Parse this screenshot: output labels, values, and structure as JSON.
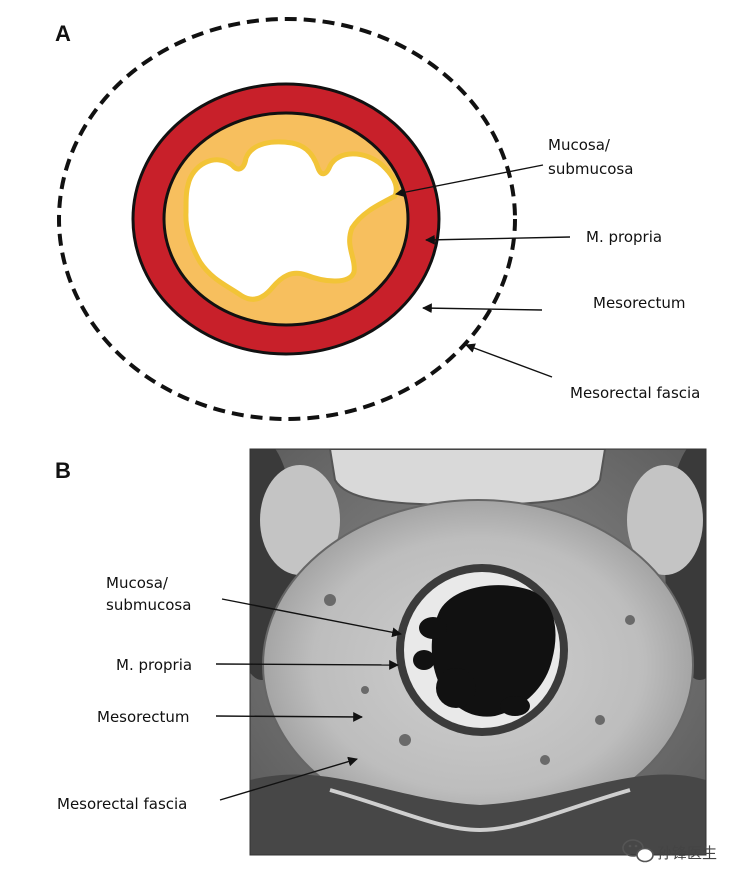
{
  "panel_a": {
    "letter": "A",
    "labels": {
      "mucosa_line1": "Mucosa/",
      "mucosa_line2": "submucosa",
      "propria": "M. propria",
      "mesorectum": "Mesorectum",
      "fascia": "Mesorectal fascia"
    }
  },
  "panel_b": {
    "letter": "B",
    "labels": {
      "mucosa_line1": "Mucosa/",
      "mucosa_line2": "submucosa",
      "propria": "M. propria",
      "mesorectum": "Mesorectum",
      "fascia": "Mesorectal fascia"
    }
  },
  "watermark": {
    "text": "孙锋医生",
    "icon": "wechat-icon"
  },
  "colors": {
    "muscularis": "#c8202a",
    "submucosa": "#f7bf5e",
    "mucosa_edge": "#f2c437",
    "outline": "#111111"
  }
}
